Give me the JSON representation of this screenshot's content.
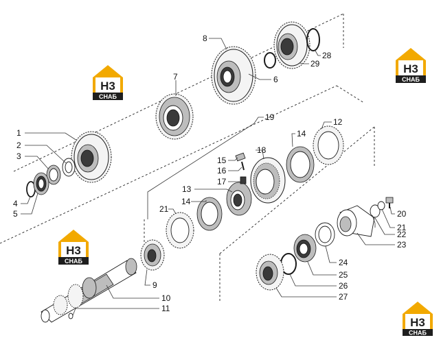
{
  "callouts": {
    "c1": "1",
    "c2": "2",
    "c3": "3",
    "c4": "4",
    "c5": "5",
    "c6": "6",
    "c7": "7",
    "c8": "8",
    "c9": "9",
    "c10": "10",
    "c11": "11",
    "c12": "12",
    "c13": "13",
    "c14a": "14",
    "c14b": "14",
    "c15": "15",
    "c16": "16",
    "c17": "17",
    "c18": "18",
    "c19": "19",
    "c20": "20",
    "c21a": "21",
    "c21b": "21",
    "c22": "22",
    "c23": "23",
    "c24": "24",
    "c25": "25",
    "c26": "26",
    "c27": "27",
    "c28": "28",
    "c29": "29"
  },
  "logo": {
    "mark": "H3",
    "caption": "СНАБ",
    "roof_color": "#f2a900",
    "text_color": "#1e1e1e"
  }
}
